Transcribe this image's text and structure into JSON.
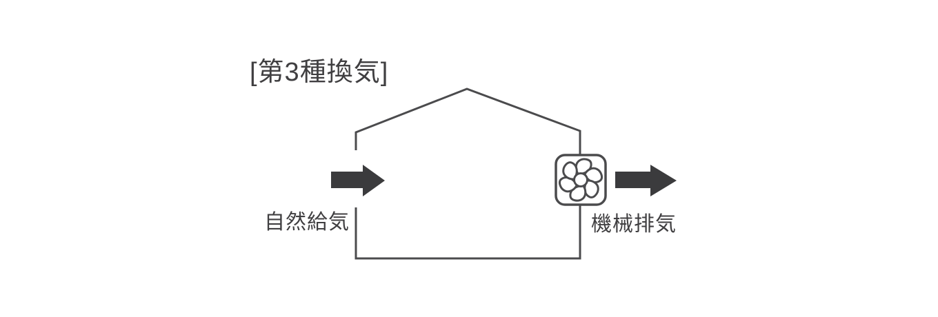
{
  "diagram": {
    "title": "[第3種換気]",
    "labels": {
      "supply": "自然給気",
      "exhaust": "機械排気"
    },
    "icons": {
      "fan": "exhaust-fan-icon",
      "supply_arrow": "right-arrow-icon",
      "exhaust_arrow": "right-arrow-icon"
    }
  },
  "colors": {
    "background": "#ffffff",
    "line": "#4b4b4d",
    "arrow": "#3b3b3d",
    "text": "#403f41"
  }
}
